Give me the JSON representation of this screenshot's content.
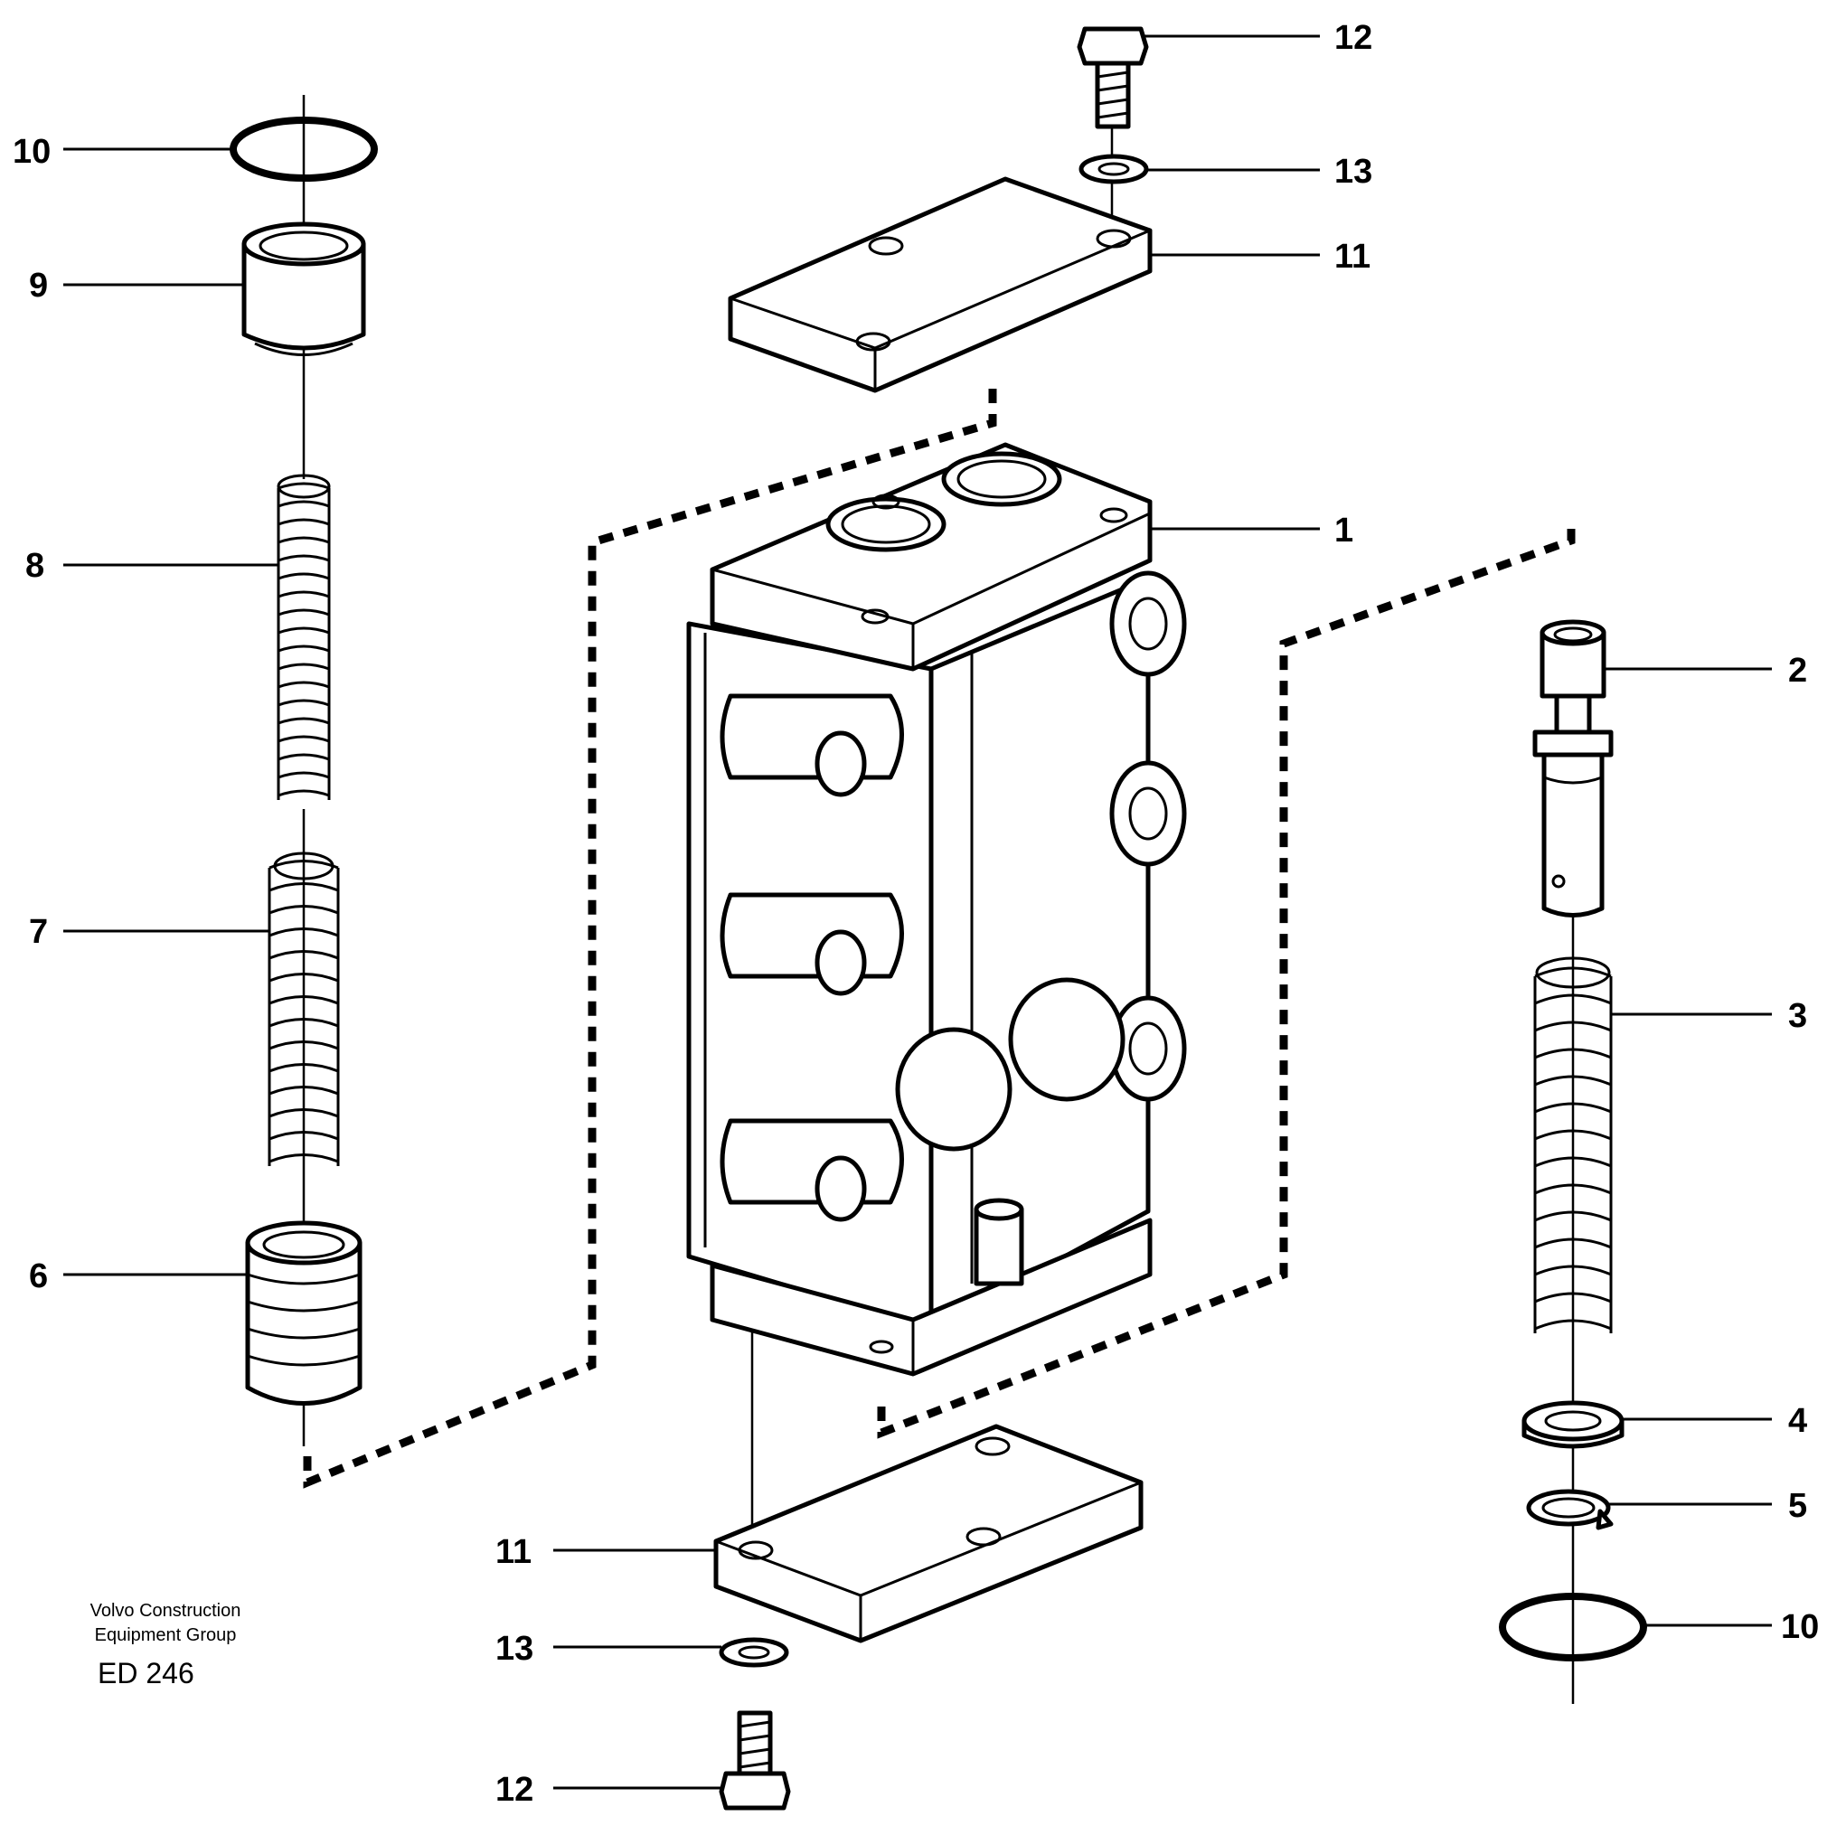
{
  "brand": {
    "line1": "Volvo Construction",
    "line2": "Equipment Group",
    "code": "ED 246"
  },
  "callouts": [
    {
      "id": "c10-left",
      "text": "10"
    },
    {
      "id": "c9",
      "text": "9"
    },
    {
      "id": "c8",
      "text": "8"
    },
    {
      "id": "c7",
      "text": "7"
    },
    {
      "id": "c6",
      "text": "6"
    },
    {
      "id": "c12-top",
      "text": "12"
    },
    {
      "id": "c13-top",
      "text": "13"
    },
    {
      "id": "c11-top",
      "text": "11"
    },
    {
      "id": "c1",
      "text": "1"
    },
    {
      "id": "c2",
      "text": "2"
    },
    {
      "id": "c3",
      "text": "3"
    },
    {
      "id": "c4",
      "text": "4"
    },
    {
      "id": "c5",
      "text": "5"
    },
    {
      "id": "c10-right",
      "text": "10"
    },
    {
      "id": "c11-bottom",
      "text": "11"
    },
    {
      "id": "c13-bottom",
      "text": "13"
    },
    {
      "id": "c12-bottom",
      "text": "12"
    }
  ]
}
